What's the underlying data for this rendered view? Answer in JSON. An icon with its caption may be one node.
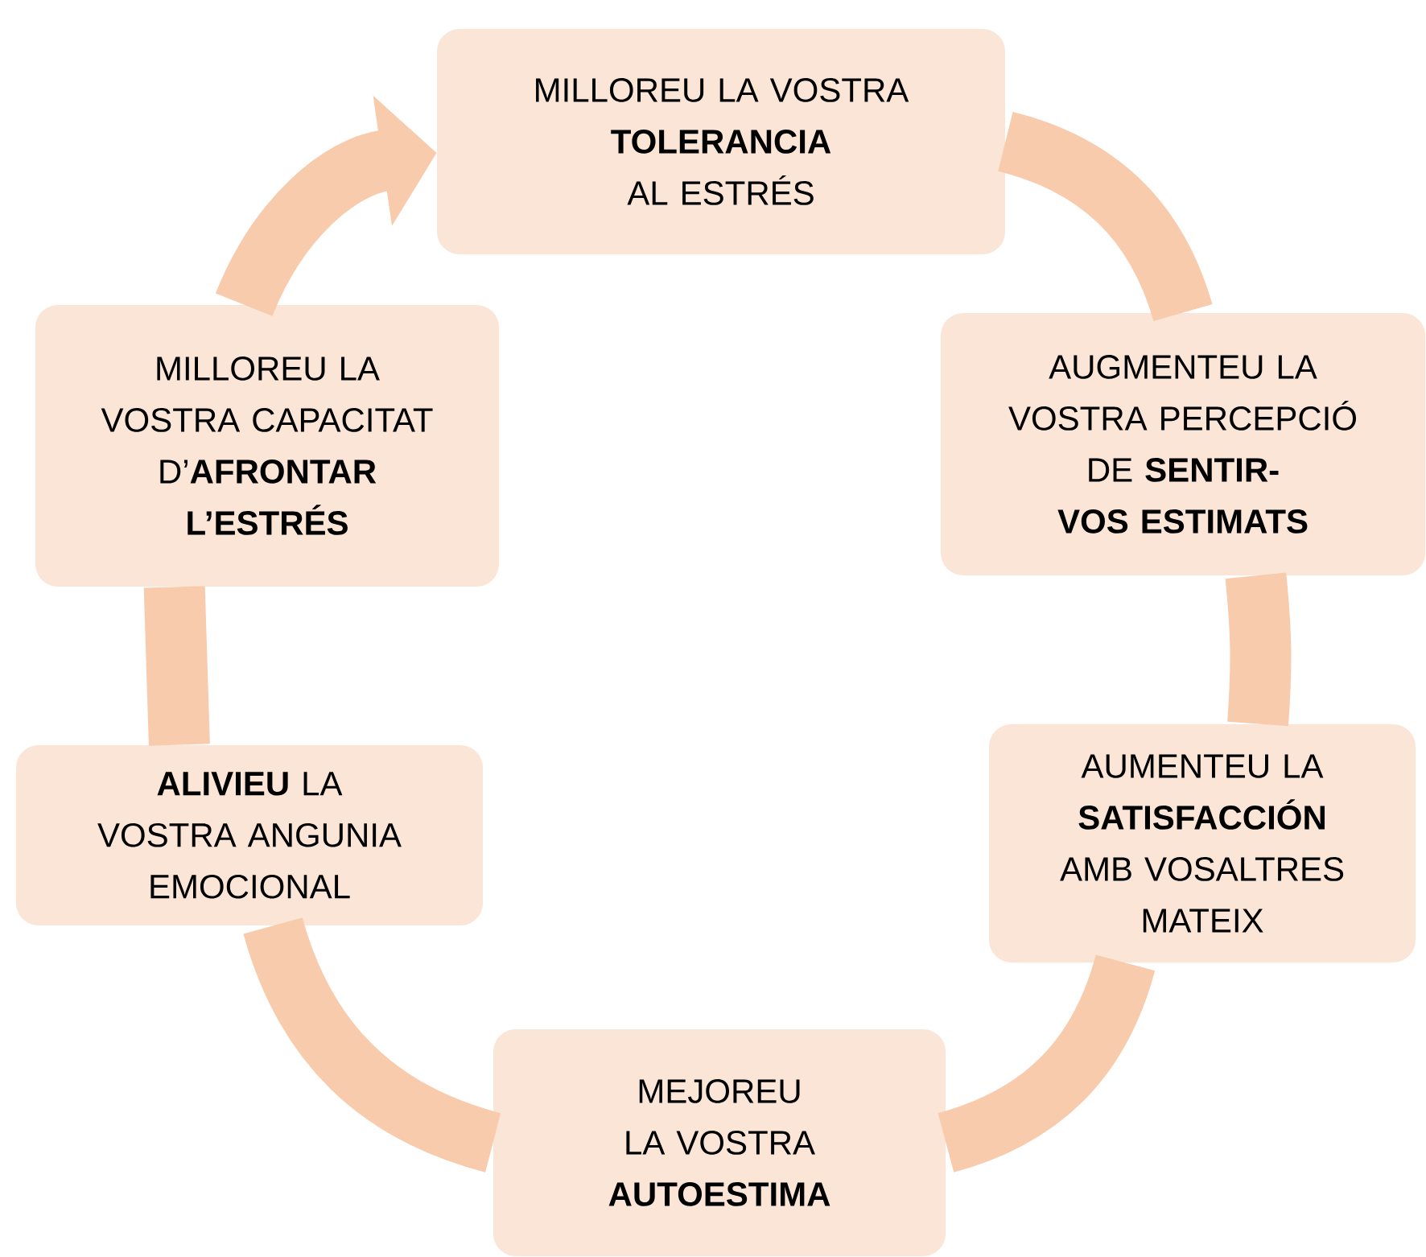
{
  "diagram": {
    "nodes": [
      {
        "text": [
          "MILLOREU LA VOSTRA **TOLERANCIA** AL ESTRÉS"
        ]
      },
      {
        "text": [
          "AUGMENTEU LA VOSTRA PERCEPCIÓ DE **SENTIR-VOS ESTIMATS**"
        ]
      },
      {
        "text": [
          "AUMENTEU LA **SATISFACCIÓN** AMB VOSALTRES MATEIX"
        ]
      },
      {
        "text": [
          "MEJOREU LA VOSTRA **AUTOESTIMA**"
        ]
      },
      {
        "text": [
          "**ALIVIEU** LA VOSTRA ANGUNIA EMOCIONAL"
        ]
      },
      {
        "text": [
          "MILLOREU LA VOSTRA CAPACITAT D’**AFRONTAR L’ESTRÉS**"
        ]
      }
    ],
    "edges": [
      {
        "from": 0,
        "to": 1,
        "arrow": "none"
      },
      {
        "from": 1,
        "to": 2,
        "arrow": "none"
      },
      {
        "from": 2,
        "to": 3,
        "arrow": "none"
      },
      {
        "from": 3,
        "to": 4,
        "arrow": "none"
      },
      {
        "from": 4,
        "to": 5,
        "arrow": "none"
      },
      {
        "from": 5,
        "to": 0,
        "arrow": "to"
      }
    ]
  }
}
